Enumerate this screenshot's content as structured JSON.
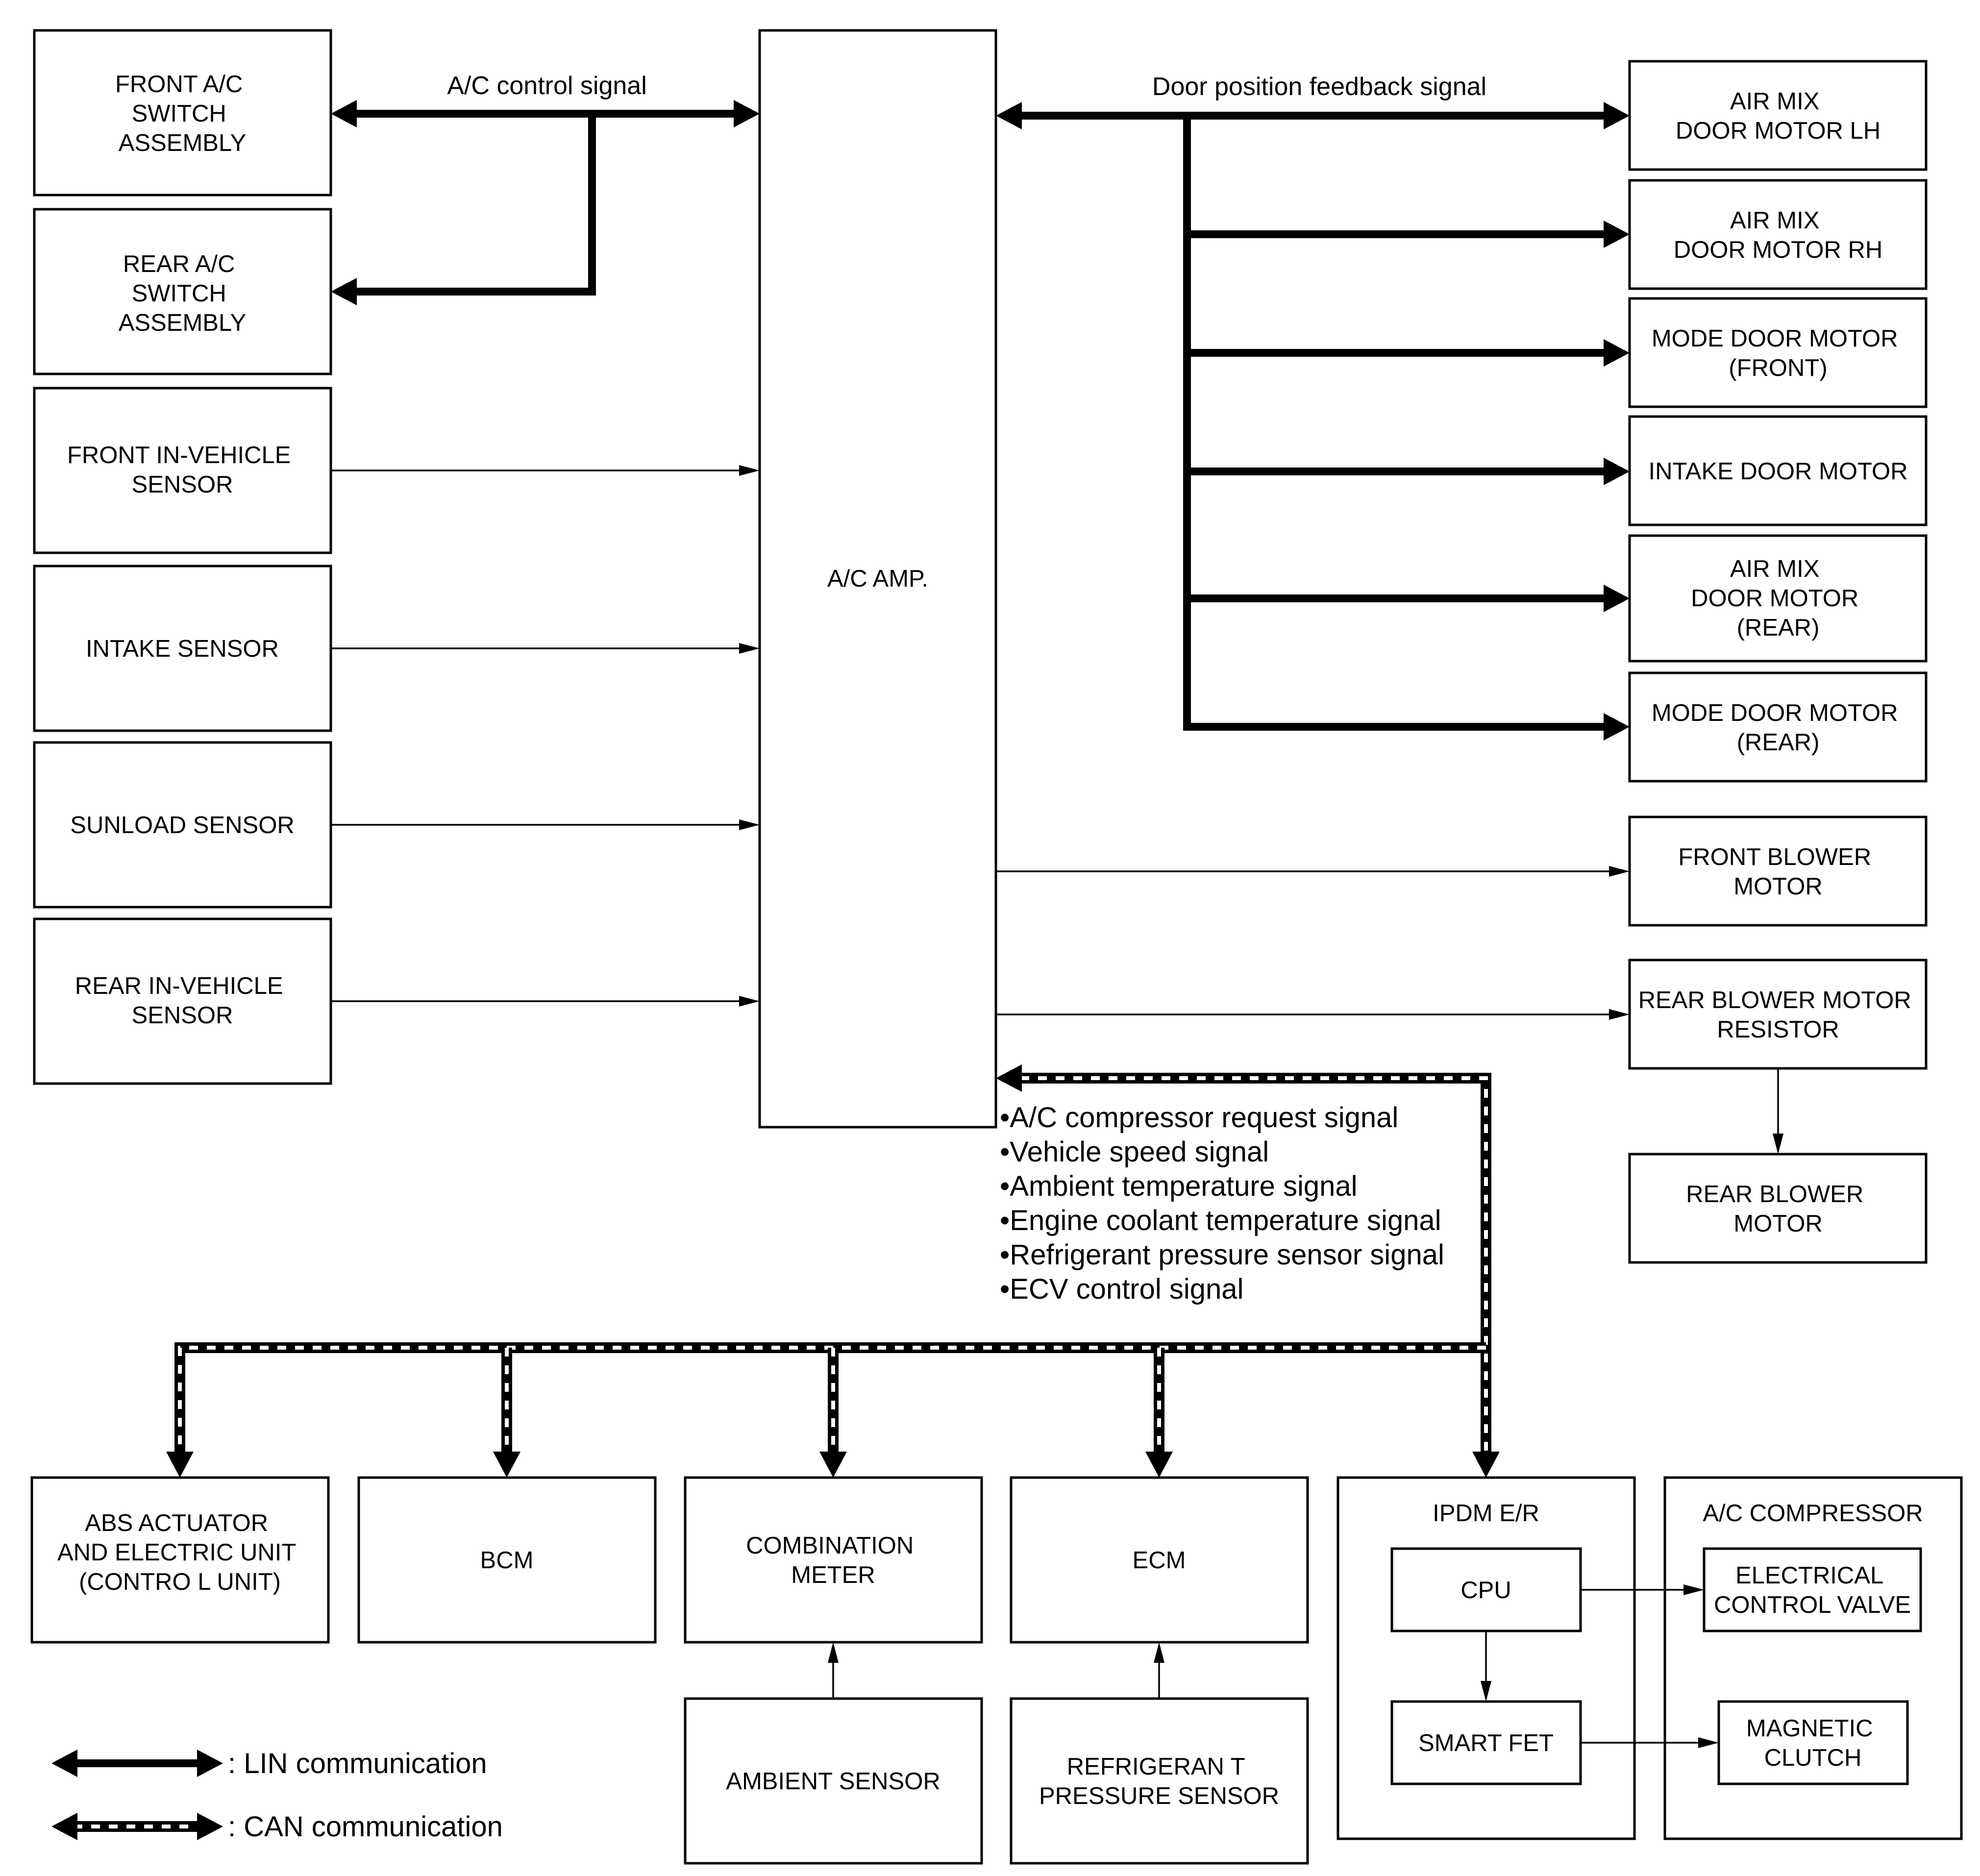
{
  "boxes": {
    "front_ac_switch": [
      "FRONT A/C",
      "SWITCH",
      "ASSEMBLY"
    ],
    "rear_ac_switch": [
      "REAR A/C",
      "SWITCH",
      "ASSEMBLY"
    ],
    "front_in_vehicle_sensor": [
      "FRONT IN-VEHICLE",
      "SENSOR"
    ],
    "intake_sensor": [
      "INTAKE SENSOR"
    ],
    "sunload_sensor": [
      "SUNLOAD SENSOR"
    ],
    "rear_in_vehicle_sensor": [
      "REAR IN-VEHICLE",
      "SENSOR"
    ],
    "ac_amp": [
      "A/C AMP."
    ],
    "air_mix_door_motor_lh": [
      "AIR MIX",
      "DOOR MOTOR LH"
    ],
    "air_mix_door_motor_rh": [
      "AIR MIX",
      "DOOR MOTOR RH"
    ],
    "mode_door_motor_front": [
      "MODE DOOR MOTOR",
      "(FRONT)"
    ],
    "intake_door_motor": [
      "INTAKE DOOR MOTOR"
    ],
    "air_mix_door_motor_rear": [
      "AIR MIX",
      "DOOR MOTOR",
      "(REAR)"
    ],
    "mode_door_motor_rear": [
      "MODE DOOR MOTOR",
      "(REAR)"
    ],
    "front_blower_motor": [
      "FRONT BLOWER",
      "MOTOR"
    ],
    "rear_blower_motor_resistor": [
      "REAR BLOWER MOTOR",
      "RESISTOR"
    ],
    "rear_blower_motor": [
      "REAR BLOWER",
      "MOTOR"
    ],
    "abs_actuator": [
      "ABS ACTUATOR",
      "AND ELECTRIC UNIT",
      "(CONTRO L UNIT)"
    ],
    "bcm": [
      "BCM"
    ],
    "combination_meter": [
      "COMBINATION",
      "METER"
    ],
    "ecm": [
      "ECM"
    ],
    "ipdm_er": [
      "IPDM E/R"
    ],
    "cpu": [
      "CPU"
    ],
    "smart_fet": [
      "SMART FET"
    ],
    "ac_compressor": [
      "A/C COMPRESSOR"
    ],
    "electrical_control_valve": [
      "ELECTRICAL",
      "CONTROL VALVE"
    ],
    "magnetic_clutch": [
      "MAGNETIC",
      "CLUTCH"
    ],
    "ambient_sensor": [
      "AMBIENT SENSOR"
    ],
    "refrigerant_pressure_sensor": [
      "REFRIGERAN T",
      "PRESSURE SENSOR"
    ]
  },
  "signals": {
    "ac_control": "A/C control signal",
    "door_position_feedback": "Door position feedback signal"
  },
  "can_signal_list": [
    "•A/C compressor request signal",
    "•Vehicle speed signal",
    "•Ambient temperature signal",
    "•Engine coolant temperature signal",
    "•Refrigerant pressure sensor signal",
    "•ECV control signal"
  ],
  "legend": {
    "lin": ": LIN communication",
    "can": ": CAN communication"
  }
}
